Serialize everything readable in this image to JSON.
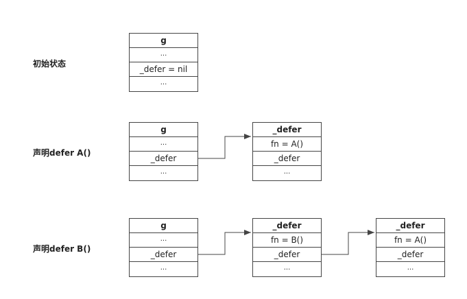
{
  "stages": [
    {
      "label": "初始状态",
      "boxes": [
        {
          "cells": [
            "g",
            "...",
            "_defer = nil",
            "..."
          ]
        }
      ]
    },
    {
      "label": "声明defer A()",
      "boxes": [
        {
          "cells": [
            "g",
            "...",
            "_defer",
            "..."
          ]
        },
        {
          "cells": [
            "_defer",
            "fn = A()",
            "_defer",
            "..."
          ]
        }
      ]
    },
    {
      "label": "声明defer B()",
      "boxes": [
        {
          "cells": [
            "g",
            "...",
            "_defer",
            "..."
          ]
        },
        {
          "cells": [
            "_defer",
            "fn = B()",
            "_defer",
            "..."
          ]
        },
        {
          "cells": [
            "_defer",
            "fn = A()",
            "_defer",
            "..."
          ]
        }
      ]
    }
  ],
  "colors": {
    "line": "#444444",
    "text": "#222222"
  }
}
